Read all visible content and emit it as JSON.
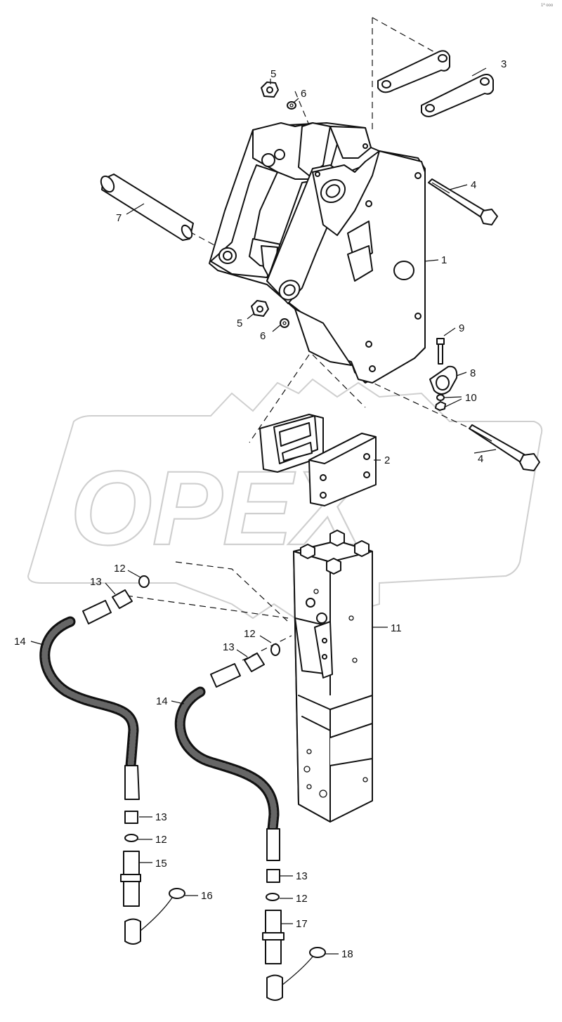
{
  "watermark": "OPEX",
  "corner_code": "1ª ooo",
  "callouts": [
    "1",
    "2",
    "3",
    "4",
    "4",
    "5",
    "5",
    "6",
    "6",
    "7",
    "8",
    "9",
    "10",
    "11",
    "12",
    "12",
    "12",
    "12",
    "13",
    "13",
    "13",
    "13",
    "14",
    "14",
    "15",
    "16",
    "17",
    "18"
  ]
}
